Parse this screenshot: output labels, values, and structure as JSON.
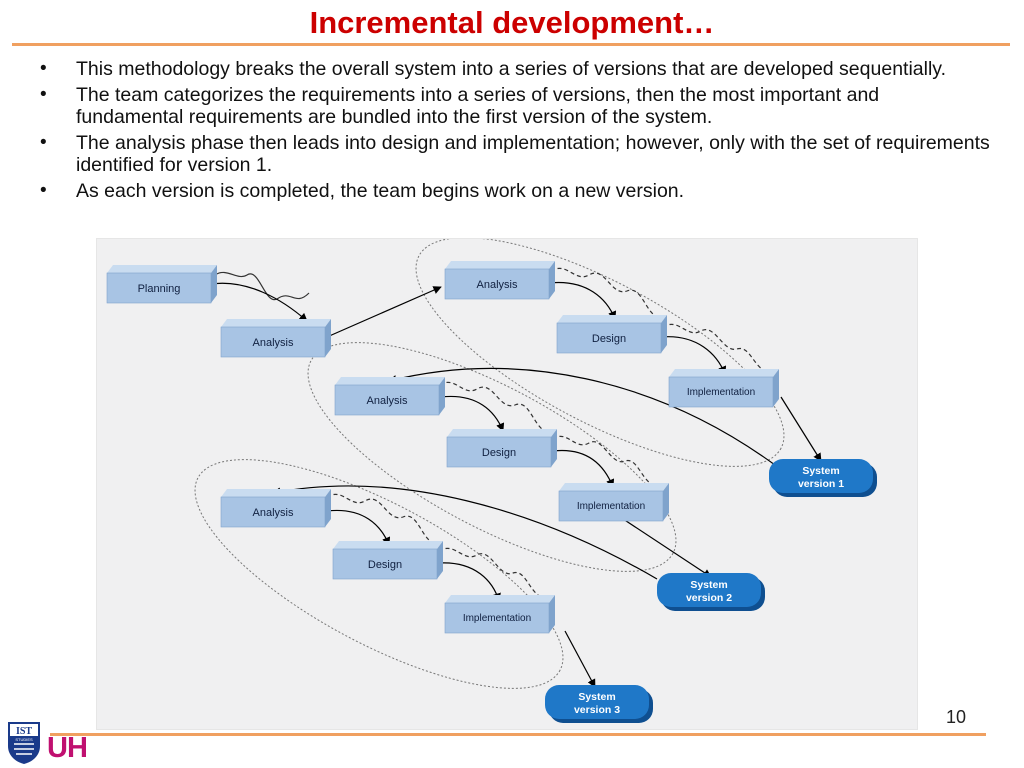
{
  "slide": {
    "title": "Incremental development…",
    "page_number": "10"
  },
  "bullets": [
    "This methodology breaks the overall system into a series of versions that are developed sequentially.",
    "The team categorizes the requirements into a series of versions, then the most important and fundamental requirements are bundled into the first version of the system.",
    "The analysis phase then leads into design and implementation; however, only with the set of requirements identified for version 1.",
    "As each version is completed, the team begins work on a new version."
  ],
  "diagram": {
    "planning": "Planning",
    "analysis": "Analysis",
    "v1": {
      "analysis": "Analysis",
      "design": "Design",
      "implementation": "Implementation",
      "system_line1": "System",
      "system_line2": "version 1"
    },
    "v2": {
      "analysis": "Analysis",
      "design": "Design",
      "implementation": "Implementation",
      "system_line1": "System",
      "system_line2": "version 2"
    },
    "v3": {
      "analysis": "Analysis",
      "design": "Design",
      "implementation": "Implementation",
      "system_line1": "System",
      "system_line2": "version 3"
    }
  },
  "logos": {
    "ist_text": "IST",
    "ist_subtext": "STUDIES",
    "uh_text": "UH"
  },
  "colors": {
    "title": "#cc0000",
    "rule": "#f0a060",
    "box_face": "#a8c4e4",
    "box_side": "#7fa3cc",
    "pill": "#1f78c8"
  }
}
